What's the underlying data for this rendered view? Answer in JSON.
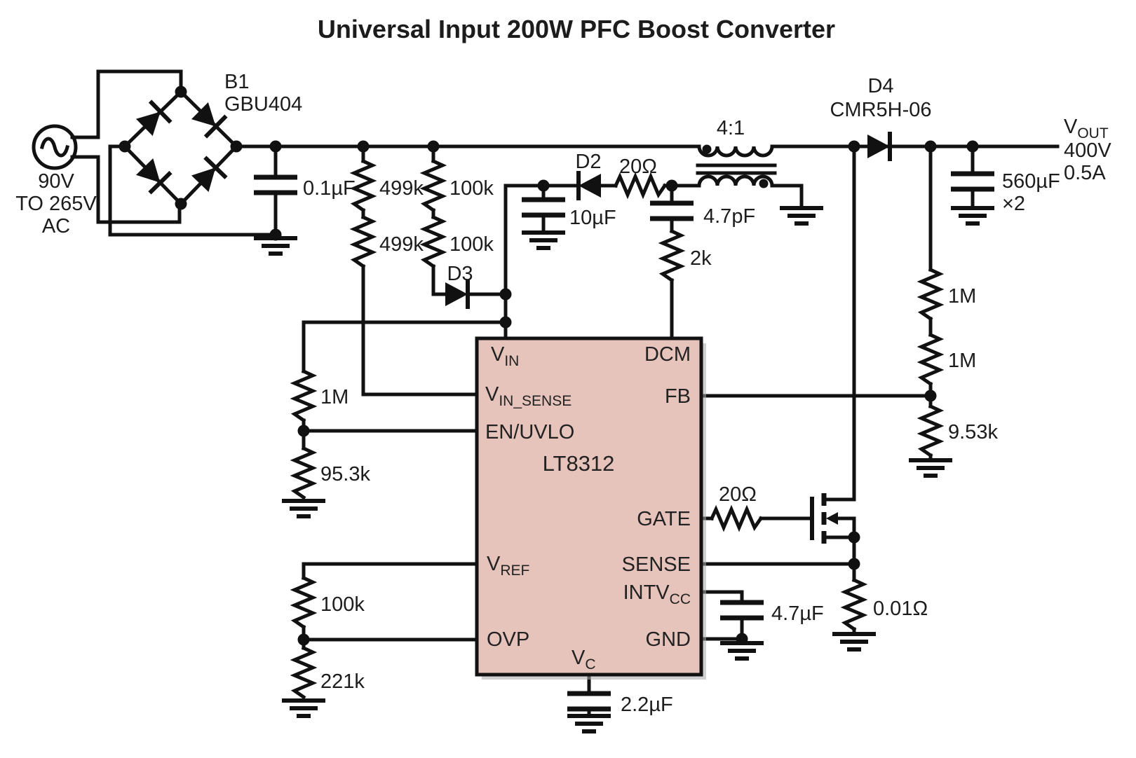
{
  "title": "Universal Input 200W PFC Boost Converter",
  "ac_source": {
    "v1": "90V",
    "v2": "TO 265V",
    "v3": "AC"
  },
  "bridge": {
    "ref": "B1",
    "part": "GBU404"
  },
  "transformer": {
    "ratio": "4:1"
  },
  "diodes": {
    "d2": "D2",
    "d3": "D3",
    "d4_ref": "D4",
    "d4_part": "CMR5H-06"
  },
  "resistors": {
    "sense_top": "499k",
    "sense_bottom": "499k",
    "bias_top": "100k",
    "bias_bottom": "100k",
    "bias_series": "20Ω",
    "dcm": "2k",
    "en_top": "1M",
    "en_bottom": "95.3k",
    "vref_top": "100k",
    "ovp_bottom": "221k",
    "fb_top": "1M",
    "fb_mid": "1M",
    "fb_bottom": "9.53k",
    "gate": "20Ω",
    "shunt": "0.01Ω"
  },
  "capacitors": {
    "input": "0.1µF",
    "bias": "10µF",
    "dcm": "4.7pF",
    "output": "560µF",
    "output_qty": "×2",
    "intvcc": "4.7µF",
    "vc": "2.2µF"
  },
  "output": {
    "v": "V",
    "v_sub": "OUT",
    "voltage": "400V",
    "current": "0.5A"
  },
  "ic": {
    "name": "LT8312",
    "fill": "#e6c3bb",
    "pins": {
      "vin": {
        "main": "V",
        "sub": "IN"
      },
      "vin_sense": {
        "main": "V",
        "sub": "IN_SENSE"
      },
      "en_uvlo": "EN/UVLO",
      "vref": {
        "main": "V",
        "sub": "REF"
      },
      "ovp": "OVP",
      "vc": {
        "main": "V",
        "sub": "C"
      },
      "dcm": "DCM",
      "fb": "FB",
      "gate": "GATE",
      "sense": "SENSE",
      "intvcc": {
        "main": "INTV",
        "sub": "CC"
      },
      "gnd": "GND"
    }
  }
}
